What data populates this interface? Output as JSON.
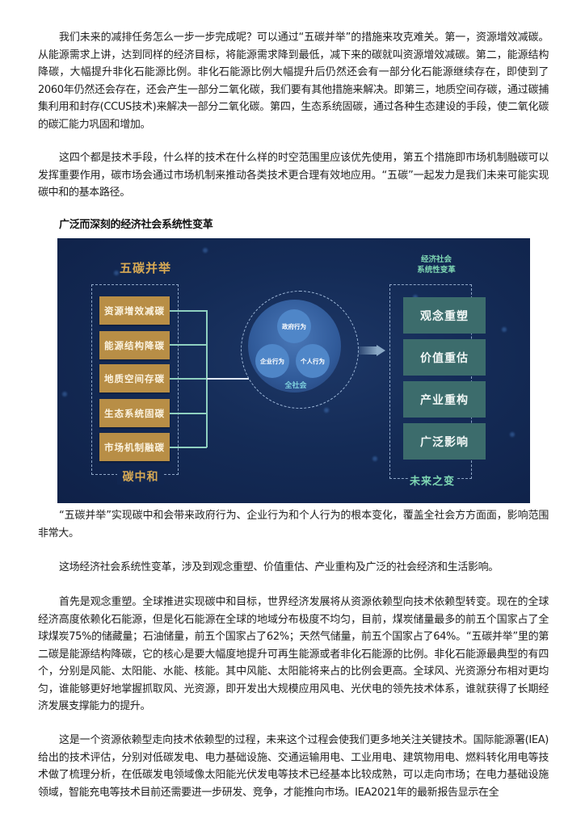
{
  "paragraphs": {
    "p1": "我们未来的减排任务怎么一步一步完成呢？可以通过“五碳并举”的措施来攻克难关。第一，资源增效减碳。从能源需求上讲，达到同样的经济目标，将能源需求降到最低，减下来的碳就叫资源增效减碳。第二，能源结构降碳，大幅提升非化石能源比例。非化石能源比例大幅提升后仍然还会有一部分化石能源继续存在，即使到了2060年仍然还会存在，还会产生一部分二氧化碳，我们要有其他措施来解决。即第三，地质空间存碳，通过碳捕集利用和封存(CCUS技术)来解决一部分二氧化碳。第四，生态系统固碳，通过各种生态建设的手段，使二氧化碳的碳汇能力巩固和增加。",
    "p2": "这四个都是技术手段，什么样的技术在什么样的时空范围里应该优先使用，第五个措施即市场机制融碳可以发挥重要作用，碳市场会通过市场机制来推动各类技术更合理有效地应用。“五碳”一起发力是我们未来可能实现碳中和的基本路径。",
    "heading": "广泛而深刻的经济社会系统性变革",
    "p3": "“五碳并举”实现碳中和会带来政府行为、企业行为和个人行为的根本变化，覆盖全社会方方面面，影响范围非常大。",
    "p4": "这场经济社会系统性变革，涉及到观念重塑、价值重估、产业重构及广泛的社会经济和生活影响。",
    "p5": "首先是观念重塑。全球推进实现碳中和目标，世界经济发展将从资源依赖型向技术依赖型转变。现在的全球经济高度依赖化石能源，但是化石能源在全球的地域分布极度不均匀，目前，煤炭储量最多的前五个国家占了全球煤炭75%的储藏量；石油储量，前五个国家占了62%；天然气储量，前五个国家占了64%。“五碳并举”里的第二碳是能源结构降碳，它的核心是要大幅度地提升可再生能源或者非化石能源的比例。非化石能源最典型的有四个，分别是风能、太阳能、水能、核能。其中风能、太阳能将来占的比例会更高。全球风、光资源分布相对更均匀，谁能够更好地掌握抓取风、光资源，即开发出大规模应用风电、光伏电的领先技术体系，谁就获得了长期经济发展支撑能力的提升。",
    "p6": "这是一个资源依赖型走向技术依赖型的过程，未来这个过程会使我们更多地关注关键技术。国际能源署(IEA)给出的技术评估，分别对低碳发电、电力基础设施、交通运输用电、工业用电、建筑物用电、燃料转化用电等技术做了梳理分析，在低碳发电领域像太阳能光伏发电等技术已经基本比较成熟，可以走向市场；在电力基础设施领域，智能充电等技术目前还需要进一步研发、竞争，才能推向市场。IEA2021年的最新报告显示在全"
  },
  "figure": {
    "left_title": "五碳并举",
    "left_items": [
      "资源增效减碳",
      "能源结构降碳",
      "地质空间存碳",
      "生态系统固碳",
      "市场机制融碳"
    ],
    "left_bottom": "碳中和",
    "center": {
      "gov": "政府行为",
      "enterprise": "企业行为",
      "individual": "个人行为",
      "label": "全社会"
    },
    "right_title_line1": "经济社会",
    "right_title_line2": "系统性变革",
    "right_items": [
      "观念重塑",
      "价值重估",
      "产业重构",
      "广泛影响"
    ],
    "right_bottom": "未来之变",
    "colors": {
      "background": "#142b56",
      "gold": "#b88e46",
      "teal": "#3c6c6c",
      "accent_green": "#7fd8b4"
    }
  }
}
